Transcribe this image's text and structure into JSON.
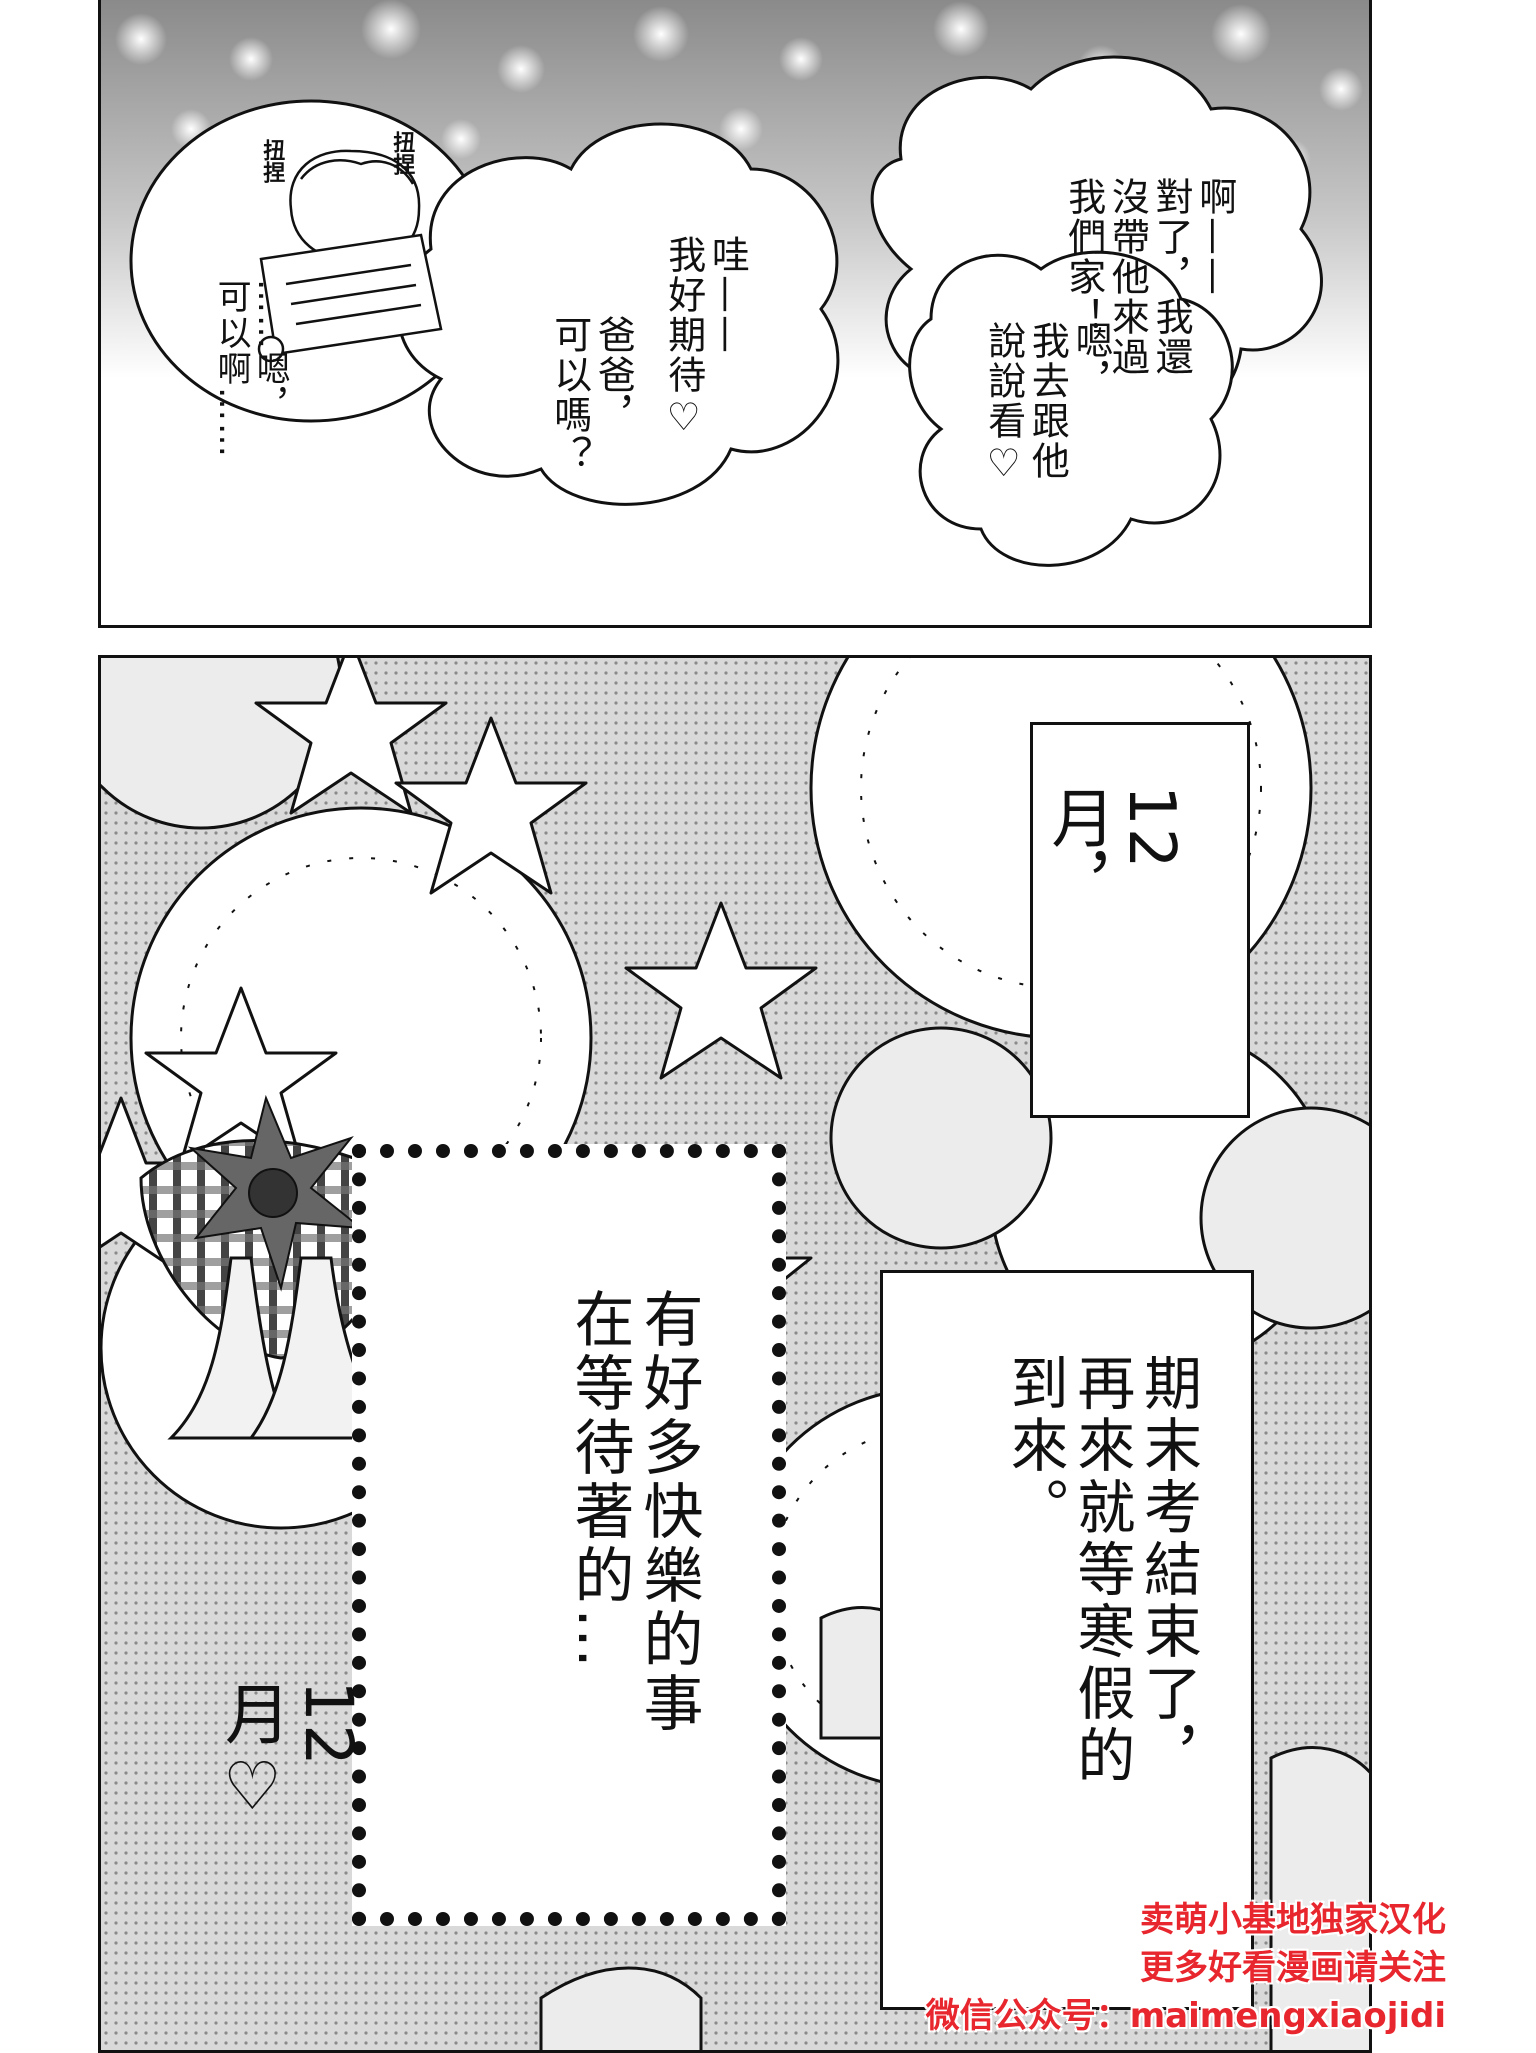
{
  "panel_top": {
    "sfx": [
      "扭捏",
      "扭捏"
    ],
    "bubbles": {
      "dad": "……嗯，\n可以啊……",
      "girl_1": "哇——\n我好期待♡",
      "girl_2": "爸爸，\n可以嗎？",
      "girl_3": "啊——\n對了，我還\n沒帶他來過\n我們家！",
      "girl_4": "嗯，\n我去跟他\n說說看♡"
    }
  },
  "panel_bottom": {
    "box_december": "12\n月，",
    "box_finals": "期末考結束了，\n再來就等寒假的\n到來。",
    "box_happy": "有好多快樂的事\n在等待著的…",
    "month_heart": "12\n月♡"
  },
  "watermark": {
    "line1": "卖萌小基地独家汉化",
    "line2": "更多好看漫画请关注",
    "line3": "微信公众号：maimengxiaojidi"
  },
  "colors": {
    "ink": "#111111",
    "screentone": "#d9d9d9",
    "watermark": "#e8262e"
  }
}
